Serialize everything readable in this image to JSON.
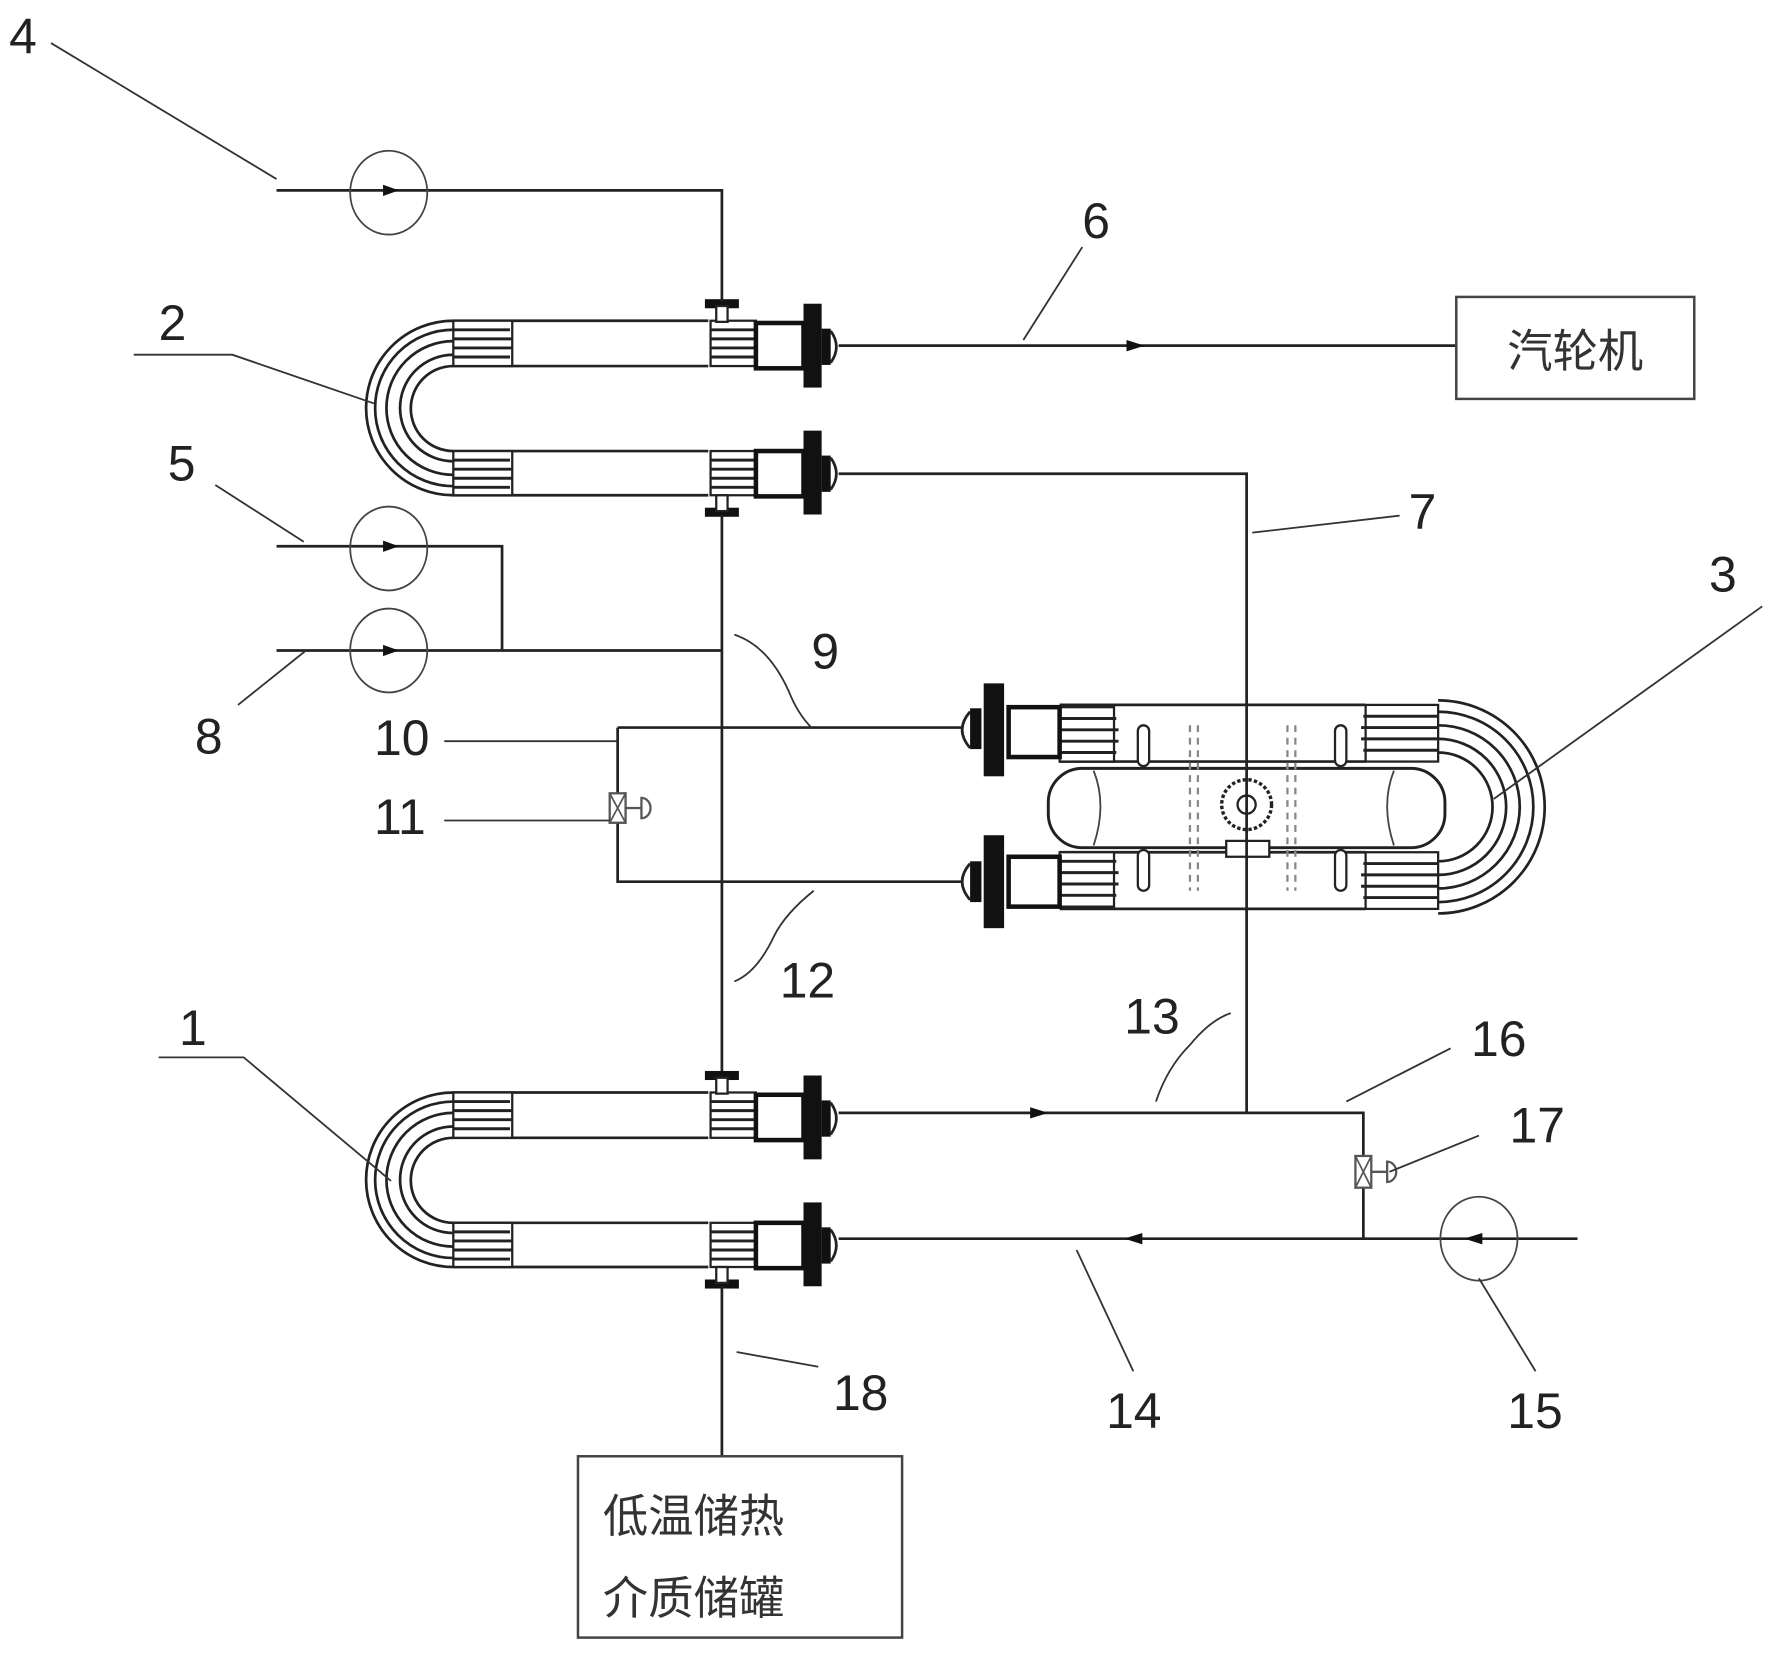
{
  "diagram": {
    "type": "process-flow schematic (heat exchanger system)",
    "colors": {
      "line": "#222222",
      "background": "#ffffff"
    },
    "labels": {
      "l1": "1",
      "l2": "2",
      "l3": "3",
      "l4": "4",
      "l5": "5",
      "l6": "6",
      "l7": "7",
      "l8": "8",
      "l9": "9",
      "l10": "10",
      "l11": "11",
      "l12": "12",
      "l13": "13",
      "l14": "14",
      "l15": "15",
      "l16": "16",
      "l17": "17",
      "l18": "18"
    },
    "boxes": {
      "turbine": "汽轮机",
      "tank_line1": "低温储热",
      "tank_line2": "介质储罐"
    },
    "components": [
      {
        "id": "1",
        "kind": "U-tube heat exchanger (lower)"
      },
      {
        "id": "2",
        "kind": "U-tube heat exchanger (upper)"
      },
      {
        "id": "3",
        "kind": "U-tube heat exchanger (middle, with inner drum)"
      },
      {
        "id": "11",
        "kind": "regulating valve"
      },
      {
        "id": "17",
        "kind": "regulating valve"
      },
      {
        "id": "4",
        "kind": "inlet pipe with flow meter"
      },
      {
        "id": "5",
        "kind": "inlet pipe with flow meter"
      },
      {
        "id": "8",
        "kind": "inlet pipe with flow meter"
      },
      {
        "id": "15",
        "kind": "inlet pipe with flow meter"
      }
    ]
  }
}
